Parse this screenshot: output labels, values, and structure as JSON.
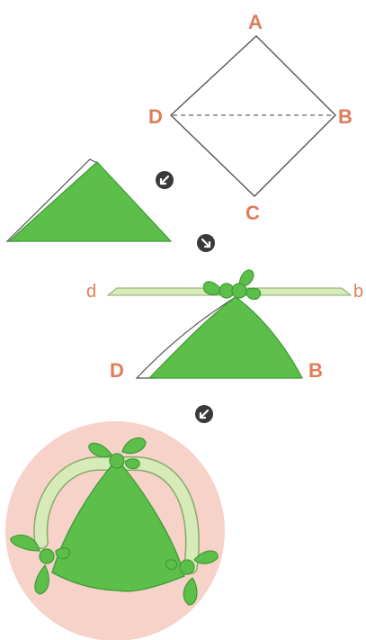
{
  "step1": {
    "label_top": "A",
    "label_right": "B",
    "label_bottom": "C",
    "label_left": "D"
  },
  "step3": {
    "label_left_end": "d",
    "label_right_end": "b",
    "label_left_corner": "D",
    "label_right_corner": "B"
  },
  "arrows": [
    {
      "icon": "arrow-down-left-icon"
    },
    {
      "icon": "arrow-down-right-icon"
    },
    {
      "icon": "arrow-down-left-icon"
    }
  ],
  "colors": {
    "cloth_green": "#5cbf4a",
    "cloth_green_dark": "#3f9a36",
    "handle_light_green": "#d6ebb8",
    "background_circle": "#f6d2c8",
    "label": "#e07c5a",
    "arrow_badge": "#3a3a3a"
  }
}
